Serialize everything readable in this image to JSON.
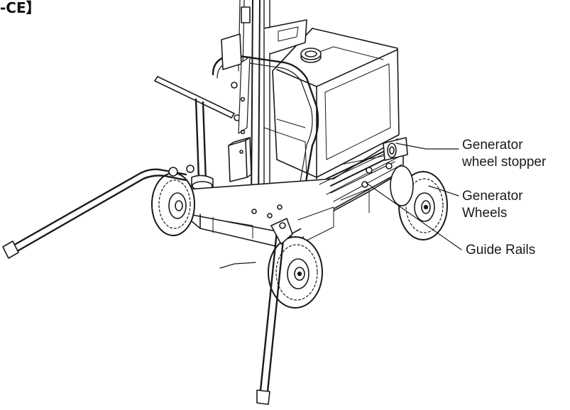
{
  "header_fragment": "-CE】",
  "callouts": {
    "wheel_stopper_line1": "Generator",
    "wheel_stopper_line2": "wheel stopper",
    "wheels_line1": "Generator",
    "wheels_line2": "Wheels",
    "guide_rails": "Guide Rails"
  },
  "colors": {
    "line": "#1a1a1a",
    "background": "#ffffff"
  }
}
